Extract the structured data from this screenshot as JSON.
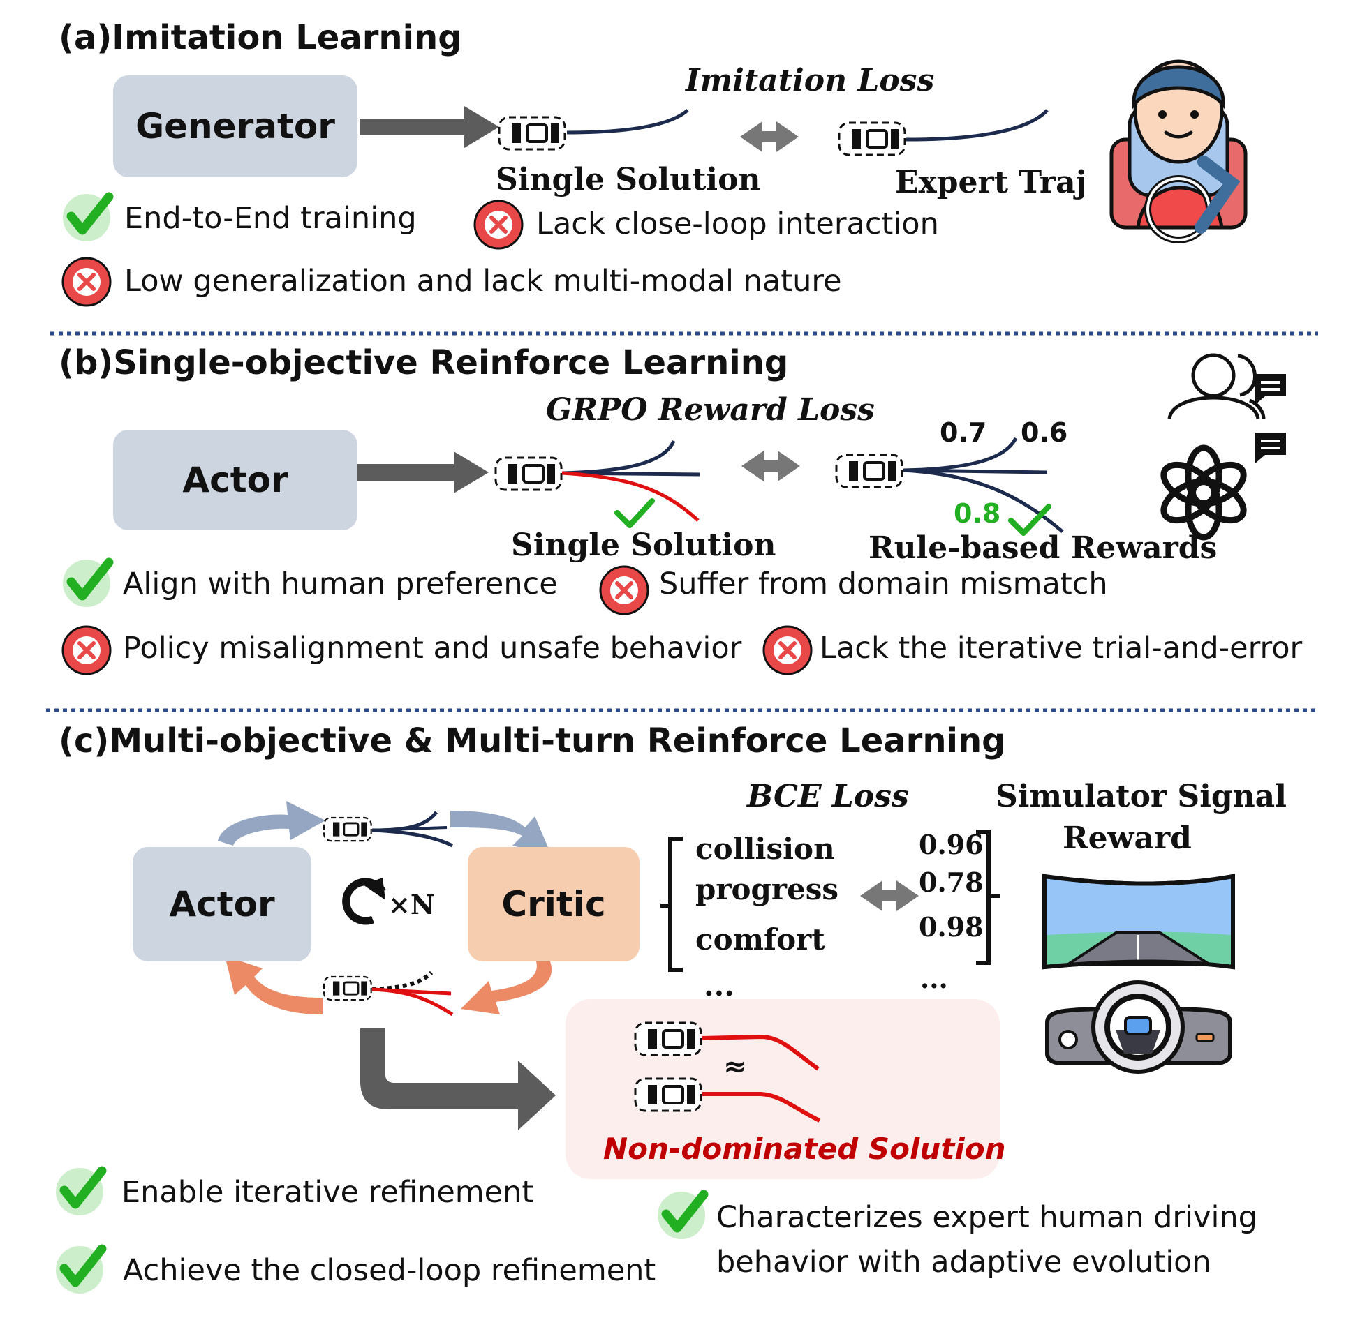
{
  "panel_a": {
    "title": "(a)Imitation Learning",
    "generator": "Generator",
    "imitation_loss": "Imitation Loss",
    "single_solution": "Single Solution",
    "expert_traj": "Expert Traj",
    "pro_1": "End-to-End training",
    "con_1": "Lack close-loop interaction",
    "con_2": "Low generalization and lack multi-modal nature"
  },
  "panel_b": {
    "title": "(b)Single-objective Reinforce Learning",
    "actor": "Actor",
    "grpo_loss": "GRPO Reward Loss",
    "single_solution": "Single Solution",
    "rule_rewards": "Rule-based Rewards",
    "reward_1": "0.7",
    "reward_2": "0.6",
    "reward_3": "0.8",
    "pro_1": "Align with human preference",
    "con_1": "Suffer from domain mismatch",
    "con_2": "Policy misalignment and unsafe behavior",
    "con_3": "Lack the iterative trial-and-error"
  },
  "panel_c": {
    "title": "(c)Multi-objective & Multi-turn Reinforce Learning",
    "actor": "Actor",
    "critic": "Critic",
    "loop_label": "×N",
    "bce_loss": "BCE Loss",
    "sim_signal_1": "Simulator Signal",
    "sim_signal_2": "Reward",
    "metrics": [
      "collision",
      "progress",
      "comfort",
      "..."
    ],
    "values": [
      "0.96",
      "0.78",
      "0.98",
      "..."
    ],
    "approx": "≈",
    "non_dominated": "Non-dominated Solution",
    "pro_1": "Enable iterative refinement",
    "pro_2": "Achieve the closed-loop refinement",
    "pro_3_line1": "Characterizes expert human driving",
    "pro_3_line2": "behavior with adaptive evolution"
  },
  "colors": {
    "traj_navy": "#1c2b4d",
    "traj_red": "#e01010",
    "check_green": "#22b022",
    "cross_red": "#e84848",
    "arrow_gray": "#5c5c5c",
    "arrow_blue": "#95a6c2",
    "arrow_orange": "#ec8a66",
    "divider": "#2b4a8c"
  },
  "icons": [
    "car-icon",
    "driver-icon",
    "users-icon",
    "chat-bubble-icon",
    "openai-logo-icon",
    "simulator-screen-icon",
    "steering-dashboard-icon",
    "check-icon",
    "cross-icon",
    "refresh-icon"
  ]
}
